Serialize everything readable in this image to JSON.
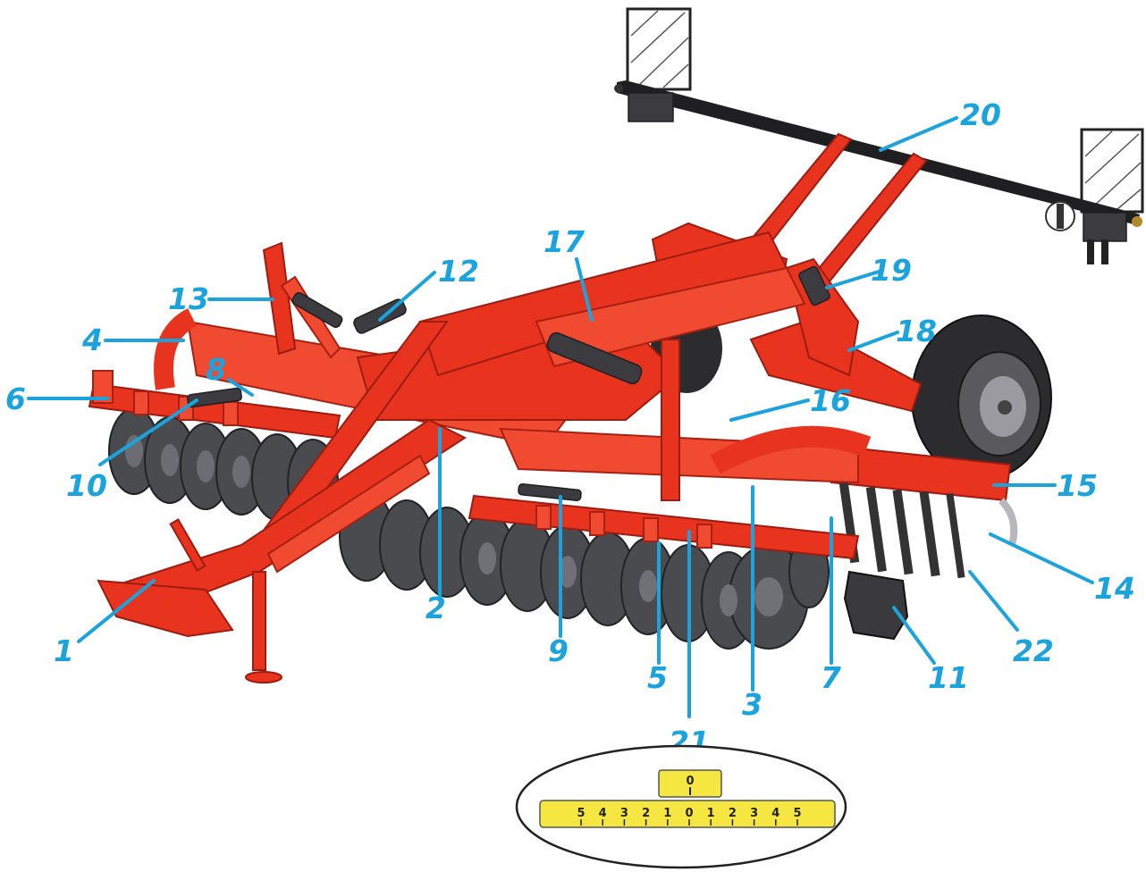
{
  "callouts": [
    {
      "id": "1",
      "label": "1"
    },
    {
      "id": "2",
      "label": "2"
    },
    {
      "id": "3",
      "label": "3"
    },
    {
      "id": "4",
      "label": "4"
    },
    {
      "id": "5",
      "label": "5"
    },
    {
      "id": "6",
      "label": "6"
    },
    {
      "id": "7",
      "label": "7"
    },
    {
      "id": "8",
      "label": "8"
    },
    {
      "id": "9",
      "label": "9"
    },
    {
      "id": "10",
      "label": "10"
    },
    {
      "id": "11",
      "label": "11"
    },
    {
      "id": "12",
      "label": "12"
    },
    {
      "id": "13",
      "label": "13"
    },
    {
      "id": "14",
      "label": "14"
    },
    {
      "id": "15",
      "label": "15"
    },
    {
      "id": "16",
      "label": "16"
    },
    {
      "id": "17",
      "label": "17"
    },
    {
      "id": "18",
      "label": "18"
    },
    {
      "id": "19",
      "label": "19"
    },
    {
      "id": "20",
      "label": "20"
    },
    {
      "id": "21",
      "label": "21"
    },
    {
      "id": "22",
      "label": "22"
    }
  ],
  "scale_inset": {
    "pointer_label": "0",
    "ticks": [
      "5",
      "4",
      "3",
      "2",
      "1",
      "0",
      "1",
      "2",
      "3",
      "4",
      "5"
    ]
  },
  "colors": {
    "callout": "#1aa3dc",
    "frame": "#e8341f",
    "scale_fill": "#f5e642"
  }
}
